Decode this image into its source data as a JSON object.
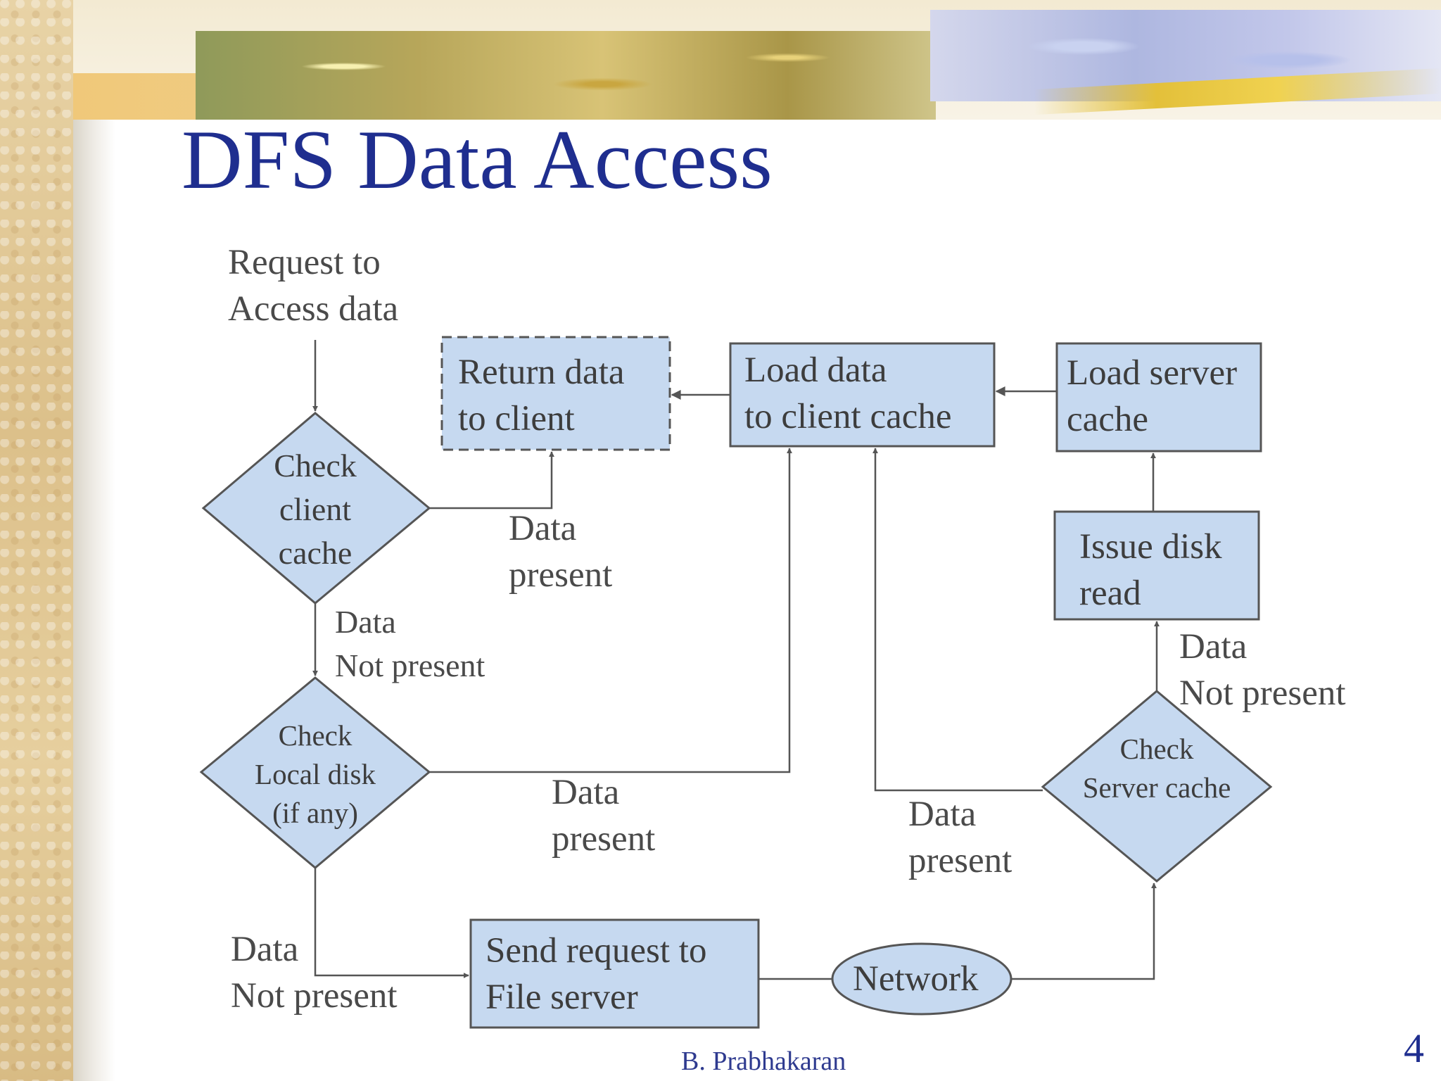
{
  "slide": {
    "title": "DFS Data Access",
    "footer": "B. Prabhakaran",
    "page_number": "4"
  },
  "diagram": {
    "start": [
      "Request to",
      "Access data"
    ],
    "return_data": [
      "Return data",
      "to client"
    ],
    "load_client_cache": [
      "Load data",
      "to client cache"
    ],
    "load_server_cache": [
      "Load server",
      "cache"
    ],
    "issue_disk_read": [
      "Issue disk",
      "read"
    ],
    "send_request": [
      "Send request to",
      "File server"
    ],
    "network": "Network",
    "check_client_cache": [
      "Check",
      "client",
      "cache"
    ],
    "check_local_disk": [
      "Check",
      "Local disk",
      "(if any)"
    ],
    "check_server_cache": [
      "Check",
      "Server cache"
    ],
    "edge_client_present": [
      "Data",
      "present"
    ],
    "edge_client_not_present": [
      "Data",
      "Not present"
    ],
    "edge_local_present": [
      "Data",
      "present"
    ],
    "edge_local_not_present": [
      "Data",
      "Not present"
    ],
    "edge_server_present": [
      "Data",
      "present"
    ],
    "edge_server_not_present": [
      "Data",
      "Not present"
    ]
  },
  "colors": {
    "title": "#1f2e8f",
    "shape_fill": "#c6d9f0",
    "shape_stroke": "#555555",
    "text": "#3d3d3d"
  }
}
